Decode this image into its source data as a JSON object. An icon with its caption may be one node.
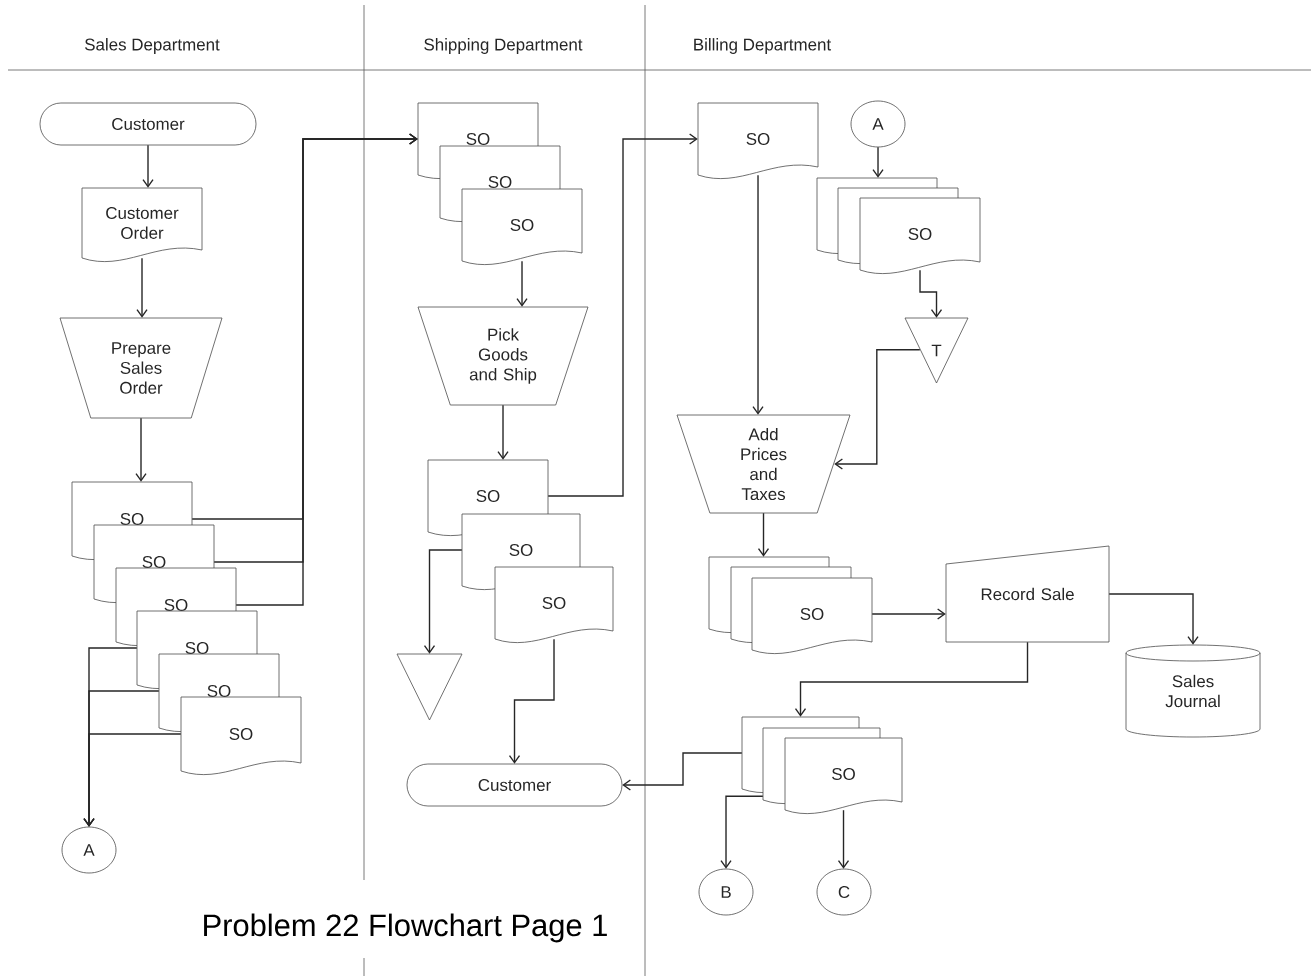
{
  "diagram": {
    "title": "Problem 22 Flowchart Page 1",
    "nodes": [
      {
        "text": [
          "Customer"
        ]
      },
      {
        "text": [
          "Customer Order"
        ]
      },
      {
        "text": [
          "Prepare Sales Order"
        ]
      },
      {
        "text": [
          "SO"
        ]
      },
      {
        "text": [
          "SO"
        ]
      },
      {
        "text": [
          "SO"
        ]
      },
      {
        "text": [
          "SO"
        ]
      },
      {
        "text": [
          "SO"
        ]
      },
      {
        "text": [
          "SO"
        ]
      },
      {
        "text": [
          "A"
        ]
      },
      {
        "text": [
          "SO"
        ]
      },
      {
        "text": [
          "SO"
        ]
      },
      {
        "text": [
          "SO"
        ]
      },
      {
        "text": [
          "Pick Goods and Ship"
        ]
      },
      {
        "text": [
          "SO"
        ]
      },
      {
        "text": [
          "SO"
        ]
      },
      {
        "text": [
          "SO"
        ]
      },
      {
        "text": [],
        "shape": "triangle"
      },
      {
        "text": [
          "Customer"
        ]
      },
      {
        "text": [
          "SO"
        ]
      },
      {
        "text": [
          "A"
        ]
      },
      {
        "text": [],
        "shape": "document"
      },
      {
        "text": [],
        "shape": "document"
      },
      {
        "text": [
          "SO"
        ]
      },
      {
        "text": [
          "T"
        ]
      },
      {
        "text": [
          "Add Prices and Taxes"
        ]
      },
      {
        "text": [],
        "shape": "document"
      },
      {
        "text": [],
        "shape": "document"
      },
      {
        "text": [
          "SO"
        ]
      },
      {
        "text": [
          "Record Sale"
        ]
      },
      {
        "text": [
          "Sales Journal"
        ]
      },
      {
        "text": [],
        "shape": "document"
      },
      {
        "text": [],
        "shape": "document"
      },
      {
        "text": [
          "SO"
        ]
      },
      {
        "text": [
          "B"
        ]
      },
      {
        "text": [
          "C"
        ]
      }
    ],
    "edges": [
      {
        "from": 0,
        "to": 1,
        "arrow": "to"
      },
      {
        "from": 1,
        "to": 2,
        "arrow": "to"
      },
      {
        "from": 2,
        "to": 3,
        "arrow": "to"
      },
      {
        "from": 3,
        "to": 10,
        "arrow": "to"
      },
      {
        "from": 4,
        "to": 10,
        "arrow": "to"
      },
      {
        "from": 5,
        "to": 10,
        "arrow": "to"
      },
      {
        "from": 6,
        "to": 9,
        "arrow": "to"
      },
      {
        "from": 7,
        "to": 9,
        "arrow": "to"
      },
      {
        "from": 8,
        "to": 9,
        "arrow": "to"
      },
      {
        "from": 12,
        "to": 13,
        "arrow": "to"
      },
      {
        "from": 13,
        "to": 14,
        "arrow": "to"
      },
      {
        "from": 14,
        "to": 19,
        "arrow": "to"
      },
      {
        "from": 15,
        "to": 17,
        "arrow": "to"
      },
      {
        "from": 16,
        "to": 18,
        "arrow": "to"
      },
      {
        "from": 19,
        "to": 25,
        "arrow": "to"
      },
      {
        "from": 20,
        "to": 21,
        "arrow": "to"
      },
      {
        "from": 23,
        "to": 24,
        "arrow": "to"
      },
      {
        "from": 24,
        "to": 25,
        "arrow": "to"
      },
      {
        "from": 25,
        "to": 26,
        "arrow": "to"
      },
      {
        "from": 28,
        "to": 29,
        "arrow": "to"
      },
      {
        "from": 29,
        "to": 30,
        "arrow": "to"
      },
      {
        "from": 29,
        "to": 31,
        "arrow": "to"
      },
      {
        "from": 31,
        "to": 18,
        "arrow": "to"
      },
      {
        "from": 32,
        "to": 34,
        "arrow": "to"
      },
      {
        "from": 33,
        "to": 35,
        "arrow": "to"
      }
    ],
    "labels": [
      "Sales Department",
      "Shipping Department",
      "Billing Department"
    ]
  }
}
